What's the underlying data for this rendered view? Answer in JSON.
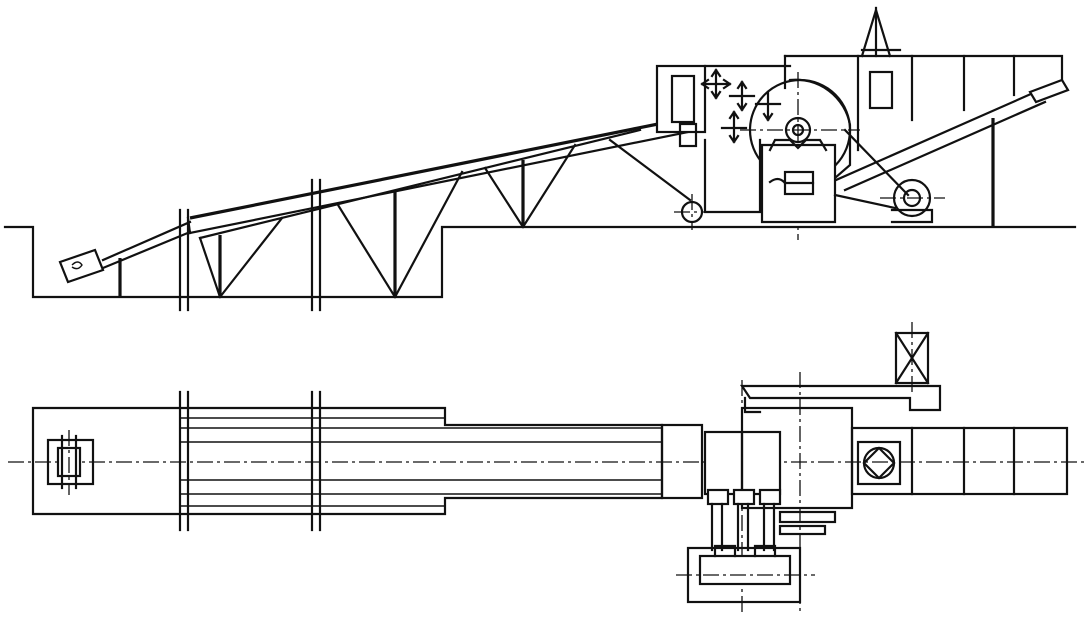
{
  "drawing": {
    "type": "engineering-line-drawing",
    "views": [
      "side-elevation",
      "plan"
    ],
    "ink_color": "#111111",
    "paper_color": "#ffffff"
  }
}
